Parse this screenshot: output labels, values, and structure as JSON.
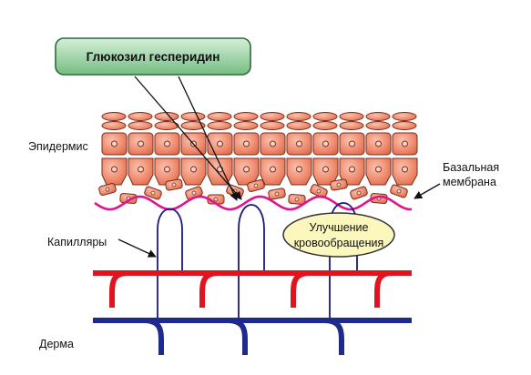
{
  "banner": {
    "text": "Глюкозил гесперидин"
  },
  "labels": {
    "epidermis": "Эпидермис",
    "basal_line1": "Базальная",
    "basal_line2": "мембрана",
    "capillaries": "Капилляры",
    "dermis": "Дерма"
  },
  "bubble": {
    "line1": "Улучшение",
    "line2": "кровообращения"
  },
  "colors": {
    "banner_fill_top": "#cdebd0",
    "banner_fill_bottom": "#7ec48a",
    "banner_stroke": "#2f6b3a",
    "cell_fill": "#f08a6e",
    "cell_fill_light": "#f7b9a4",
    "cell_stroke": "#7a2e1e",
    "membrane": "#e0148c",
    "capillary": "#1a1a80",
    "artery": "#e0141e",
    "vein": "#1e2a8c",
    "bubble_fill": "#fbf7bd",
    "bubble_stroke": "#333333"
  }
}
